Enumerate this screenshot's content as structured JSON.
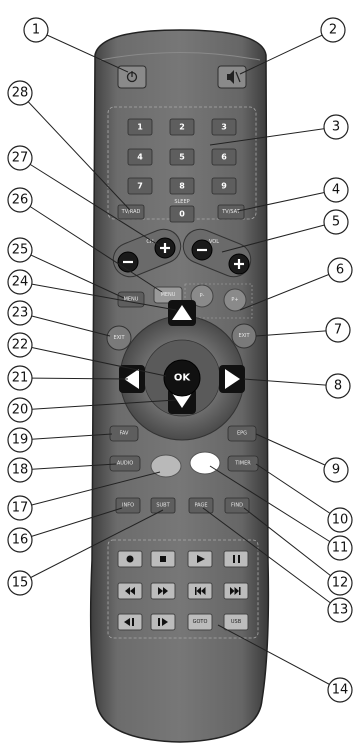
{
  "number_keys": [
    "1",
    "2",
    "3",
    "4",
    "5",
    "6",
    "7",
    "8",
    "9",
    "0"
  ],
  "sleep_label": "SLEEP",
  "buttons": {
    "tv_rad": "TV/RAD",
    "tv_sat": "TV/SAT",
    "menu": "MENU",
    "gray_key": "MENU",
    "p_minus": "P-",
    "p_plus": "P+",
    "exit_left": "EXIT",
    "exit_right": "EXIT",
    "ok": "OK",
    "fav": "FAV",
    "epg": "EPG",
    "audio": "AUDIO",
    "timer": "TIMER",
    "info": "INFO",
    "subt": "SUBT",
    "page": "PAGE",
    "find": "FIND",
    "goto": "GOTO",
    "usb": "USB"
  },
  "rocker_labels": {
    "ch": "CH",
    "vol": "VOL"
  },
  "callouts": [
    "1",
    "2",
    "3",
    "4",
    "5",
    "6",
    "7",
    "8",
    "9",
    "10",
    "11",
    "12",
    "13",
    "14",
    "15",
    "16",
    "17",
    "18",
    "19",
    "20",
    "21",
    "22",
    "23",
    "24",
    "25",
    "26",
    "27",
    "28"
  ]
}
